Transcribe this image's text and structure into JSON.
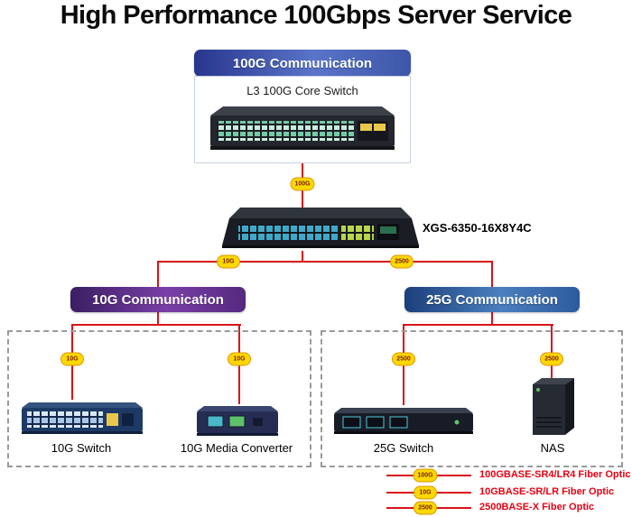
{
  "title": "High Performance 100Gbps Server Service",
  "core": {
    "banner": "100G Communication",
    "label": "L3 100G Core Switch"
  },
  "model": "XGS-6350-16X8Y4C",
  "left": {
    "banner": "10G Communication",
    "device1": "10G Switch",
    "device2": "10G Media Converter"
  },
  "right": {
    "banner": "25G Communication",
    "device1": "25G Switch",
    "device2": "NAS"
  },
  "badges": {
    "g100": "100G",
    "g10": "10G",
    "g25": "2500"
  },
  "legend": {
    "items": [
      {
        "badge": "100G",
        "label": "100GBASE-SR4/LR4 Fiber Optic"
      },
      {
        "badge": "10G",
        "label": "10GBASE-SR/LR Fiber Optic"
      },
      {
        "badge": "2500",
        "label": "2500BASE-X Fiber Optic"
      }
    ]
  },
  "colors": {
    "line_red": "#d9121a",
    "badge_yellow": "#ffd800",
    "legend_red": "#e60012",
    "banner_blue": "#3d56a8",
    "banner_purple": "#55297f"
  }
}
